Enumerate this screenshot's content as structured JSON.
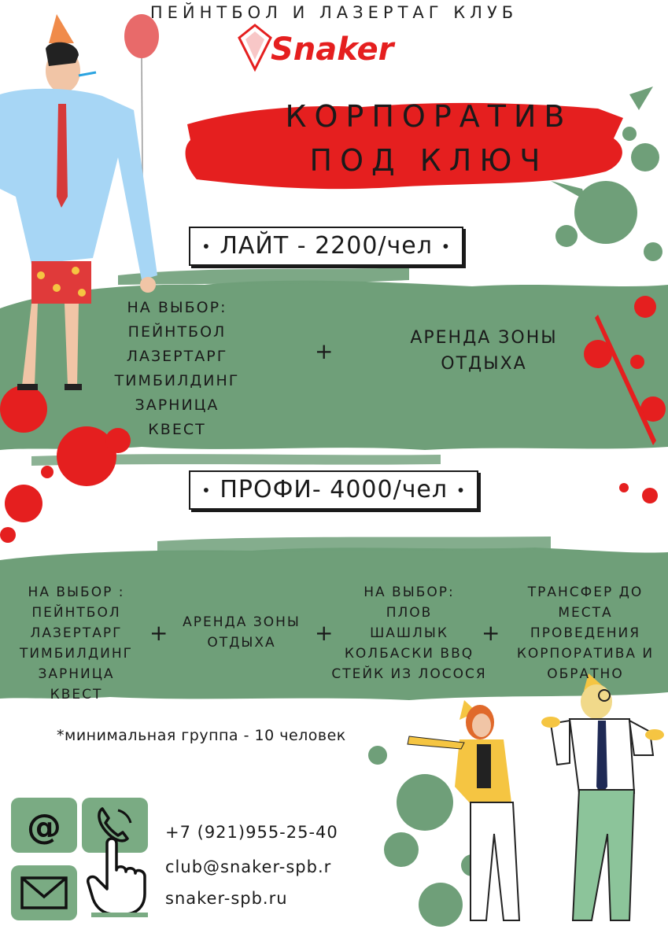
{
  "header": {
    "club_name": "ПЕЙНТБОЛ И ЛАЗЕРТАГ КЛУБ",
    "brand": "Snaker"
  },
  "banner": {
    "line1": "КОРПОРАТИВ",
    "line2": "ПОД КЛЮЧ"
  },
  "lite": {
    "price_label": "ЛАЙТ - 2200/чел",
    "options_title": "НА ВЫБОР:",
    "options": [
      "ПЕЙНТБОЛ",
      "ЛАЗЕРТАРГ",
      "ТИМБИЛДИНГ",
      "ЗАРНИЦА",
      "КВЕСТ"
    ],
    "plus": "+",
    "extra": "АРЕНДА ЗОНЫ ОТДЫХА"
  },
  "profi": {
    "price_label": "ПРОФИ- 4000/чел",
    "col1_title": "НА ВЫБОР :",
    "col1_items": [
      "ПЕЙНТБОЛ",
      "ЛАЗЕРТАРГ",
      "ТИМБИЛДИНГ",
      "ЗАРНИЦА",
      "КВЕСТ"
    ],
    "col2": "АРЕНДА ЗОНЫ ОТДЫХА",
    "col3_title": "НА ВЫБОР:",
    "col3_items": [
      "ПЛОВ",
      "ШАШЛЫК",
      "КОЛБАСКИ BBQ",
      "СТЕЙК ИЗ ЛОСОСЯ"
    ],
    "col4": "ТРАНСФЕР ДО МЕСТА ПРОВЕДЕНИЯ КОРПОРАТИВА И ОБРАТНО",
    "plus": "+"
  },
  "note": "*минимальная группа - 10 человек",
  "contacts": {
    "phone": "+7 (921)955-25-40",
    "email": "club@snaker-spb.r",
    "site": "snaker-spb.ru"
  },
  "colors": {
    "red": "#e51f1f",
    "green": "#6f9f79",
    "text": "#1a1a1a"
  }
}
